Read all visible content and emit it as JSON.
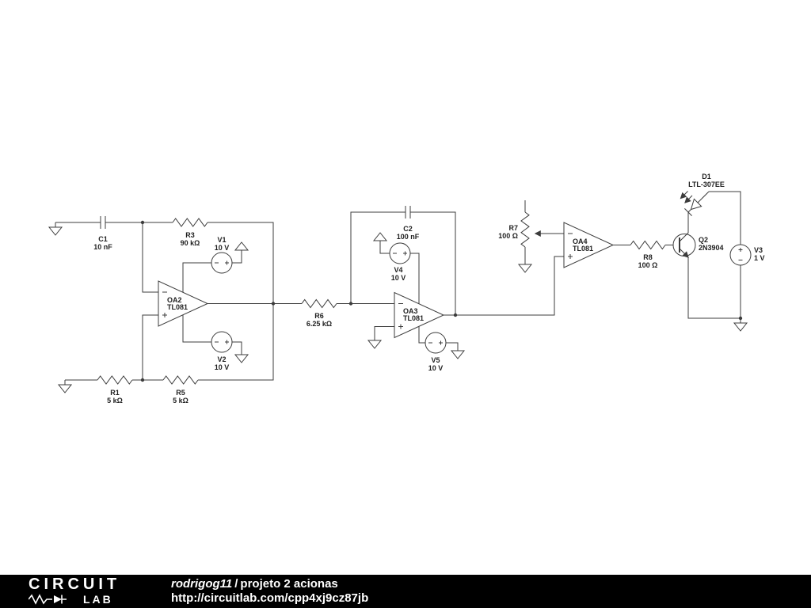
{
  "colors": {
    "wire": "#3c3c3c",
    "label": "#1f1f1f",
    "footer_bg": "#000000",
    "footer_text": "#ffffff"
  },
  "schematic": {
    "components": {
      "c1": {
        "ref": "C1",
        "value": "10 nF"
      },
      "r3": {
        "ref": "R3",
        "value": "90 kΩ"
      },
      "v1": {
        "ref": "V1",
        "value": "10 V"
      },
      "oa2": {
        "ref": "OA2",
        "value": "TL081"
      },
      "v2": {
        "ref": "V2",
        "value": "10 V"
      },
      "r1": {
        "ref": "R1",
        "value": "5 kΩ"
      },
      "r5": {
        "ref": "R5",
        "value": "5 kΩ"
      },
      "r6": {
        "ref": "R6",
        "value": "6.25 kΩ"
      },
      "c2": {
        "ref": "C2",
        "value": "100 nF"
      },
      "v4": {
        "ref": "V4",
        "value": "10 V"
      },
      "oa3": {
        "ref": "OA3",
        "value": "TL081"
      },
      "v5": {
        "ref": "V5",
        "value": "10 V"
      },
      "r7": {
        "ref": "R7",
        "value": "100 Ω"
      },
      "oa4": {
        "ref": "OA4",
        "value": "TL081"
      },
      "r8": {
        "ref": "R8",
        "value": "100 Ω"
      },
      "q2": {
        "ref": "Q2",
        "value": "2N3904"
      },
      "d1": {
        "ref": "D1",
        "value": "LTL-307EE"
      },
      "v3": {
        "ref": "V3",
        "value": "1 V"
      }
    }
  },
  "footer": {
    "logo": {
      "top": "CIRCUIT",
      "bottom": "LAB"
    },
    "author": "rodrigog11",
    "separator": "/",
    "title": "projeto 2 acionas",
    "url": "http://circuitlab.com/cpp4xj9cz87jb"
  }
}
